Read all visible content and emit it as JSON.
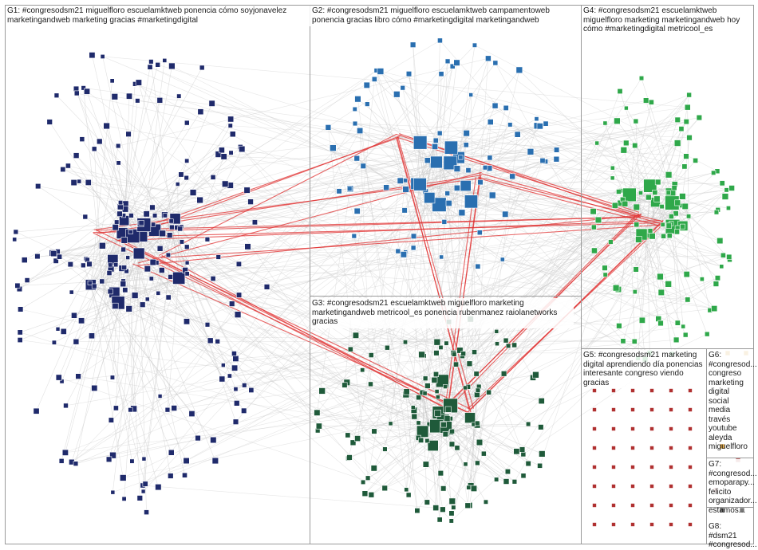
{
  "title": "",
  "colors": {
    "background": "#ffffff",
    "panel_border": "#9a9a9a",
    "edge_gray": "#c8c8c8",
    "edge_red": "#e03030",
    "group_colors": {
      "G1": "#1f2a6b",
      "G2": "#2a6fb0",
      "G3": "#1f5a3a",
      "G4": "#2fa84a",
      "G5": "#b03030",
      "G6": "#d8a040",
      "G7": "#c07070",
      "G8": "#777777"
    }
  },
  "groups": [
    {
      "id": "G1",
      "label": "G1: #congresodsm21 miguelfloro escuelamktweb ponencia cómo soyjonavelez marketingandweb marketing gracias #marketingdigital",
      "node_count": 230
    },
    {
      "id": "G2",
      "label": "G2: #congresodsm21 miguelfloro escuelamktweb campamentoweb ponencia gracias libro cómo #marketingdigital marketingandweb",
      "node_count": 95
    },
    {
      "id": "G3",
      "label": "G3: #congresodsm21 escuelamktweb miguelfloro marketing marketingandweb metricool_es ponencia rubenmanez raiolanetworks gracias",
      "node_count": 140
    },
    {
      "id": "G4",
      "label": "G4: #congresodsm21 escuelamktweb miguelfloro marketing marketingandweb hoy cómo #marketingdigital metricool_es",
      "node_count": 120
    },
    {
      "id": "G5",
      "label": "G5: #congresodsm21 marketing digital aprendiendo día ponencias interesante congreso viendo gracias",
      "node_count": 48
    },
    {
      "id": "G6",
      "label": "G6: #congresod... congreso marketing digital social media través youtube aleyda miguelfloro",
      "node_count": 3
    },
    {
      "id": "G7",
      "label": "G7: #congresod... emoparapy... felicito organizador... estamos...",
      "node_count": 2
    },
    {
      "id": "G8",
      "label": "G8: #dsm21 #congresod...",
      "node_count": 2
    }
  ]
}
